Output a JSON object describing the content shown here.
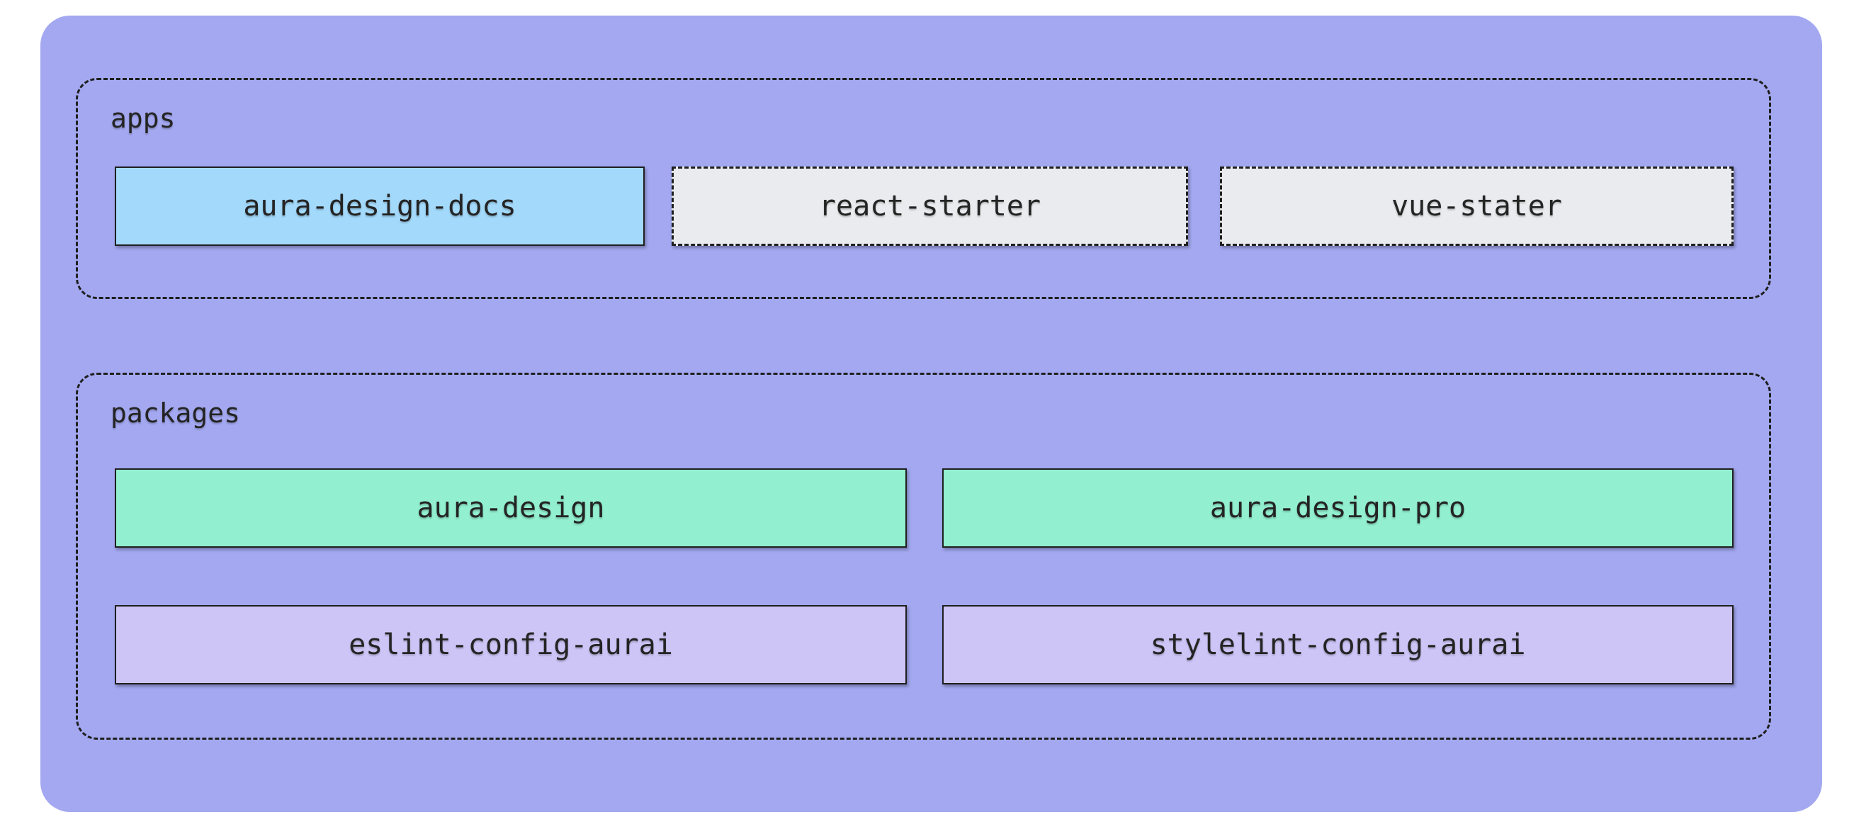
{
  "diagram": {
    "title": "monorepo structure diagram",
    "colors": {
      "page_background": "#ffffff",
      "container_fill": "#a3a8f0",
      "group_border": "#1f1f1f",
      "node_border": "#1f1f1f",
      "text": "#242424",
      "node_blue": "#a3d9fb",
      "node_gray": "#e9ebee",
      "node_green": "#92efd0",
      "node_lavender": "#ccc5f6"
    },
    "groups": [
      {
        "id": "apps",
        "label": "apps",
        "nodes": [
          {
            "id": "aura-design-docs",
            "label": "aura-design-docs",
            "fill": "#a3d9fb",
            "border_style": "solid"
          },
          {
            "id": "react-starter",
            "label": "react-starter",
            "fill": "#e9ebee",
            "border_style": "dashed"
          },
          {
            "id": "vue-stater",
            "label": "vue-stater",
            "fill": "#e9ebee",
            "border_style": "dashed"
          }
        ]
      },
      {
        "id": "packages",
        "label": "packages",
        "nodes": [
          {
            "id": "aura-design",
            "label": "aura-design",
            "fill": "#92efd0",
            "border_style": "solid"
          },
          {
            "id": "aura-design-pro",
            "label": "aura-design-pro",
            "fill": "#92efd0",
            "border_style": "solid"
          },
          {
            "id": "eslint-config-aurai",
            "label": "eslint-config-aurai",
            "fill": "#ccc5f6",
            "border_style": "solid"
          },
          {
            "id": "stylelint-config-aurai",
            "label": "stylelint-config-aurai",
            "fill": "#ccc5f6",
            "border_style": "solid"
          }
        ]
      }
    ]
  }
}
